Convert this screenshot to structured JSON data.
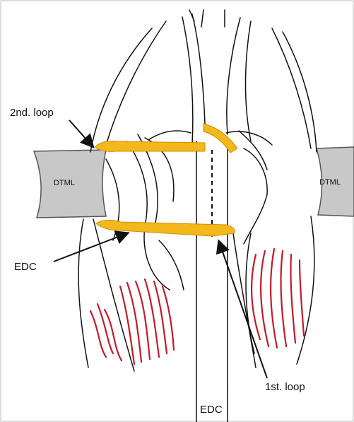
{
  "labels": {
    "second_loop": "2nd. loop",
    "first_loop": "1st. loop",
    "edc_left": "EDC",
    "edc_bottom": "EDC",
    "dtml_left": "DTML",
    "dtml_right": "DTML"
  },
  "colors": {
    "loop": "#f5b81c",
    "bone": "#c8c8c8",
    "muscle": "#c41a2a",
    "line": "#111111"
  }
}
